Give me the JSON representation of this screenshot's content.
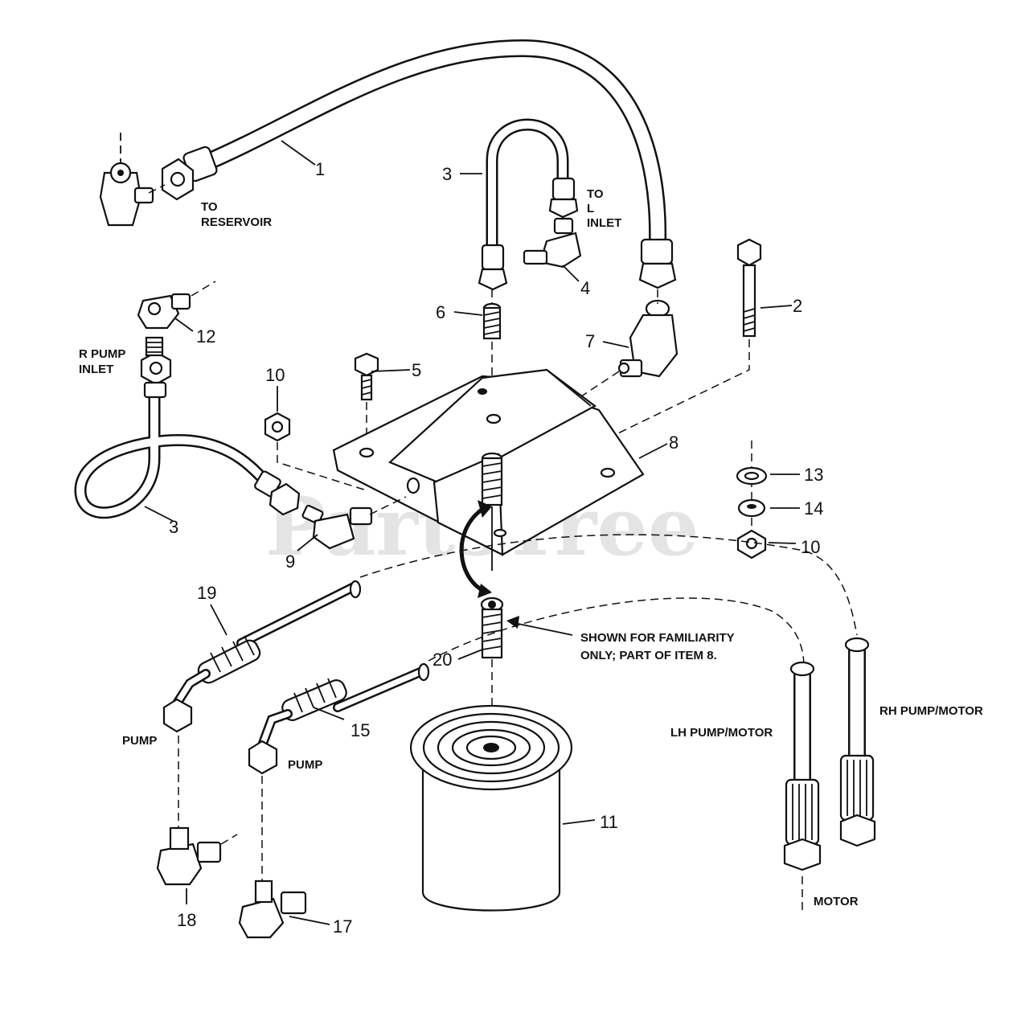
{
  "watermark": "PartsTree",
  "callouts": {
    "c1": "1",
    "c2": "2",
    "c3a": "3",
    "c3b": "3",
    "c4": "4",
    "c5": "5",
    "c6": "6",
    "c7": "7",
    "c8": "8",
    "c9": "9",
    "c10a": "10",
    "c10b": "10",
    "c11": "11",
    "c12": "12",
    "c13": "13",
    "c14": "14",
    "c15": "15",
    "c17": "17",
    "c18": "18",
    "c19": "19",
    "c20": "20"
  },
  "labels": {
    "to_reservoir_1": "TO",
    "to_reservoir_2": "RESERVOIR",
    "to_l_inlet_1": "TO",
    "to_l_inlet_2": "L",
    "to_l_inlet_3": "INLET",
    "r_pump_inlet_1": "R PUMP",
    "r_pump_inlet_2": "INLET",
    "shown_note_1": "SHOWN FOR FAMILIARITY",
    "shown_note_2": "ONLY; PART OF ITEM 8.",
    "pump_left": "PUMP",
    "pump_mid": "PUMP",
    "lh_pump_motor": "LH PUMP/MOTOR",
    "rh_pump_motor": "RH PUMP/MOTOR",
    "motor": "MOTOR"
  }
}
